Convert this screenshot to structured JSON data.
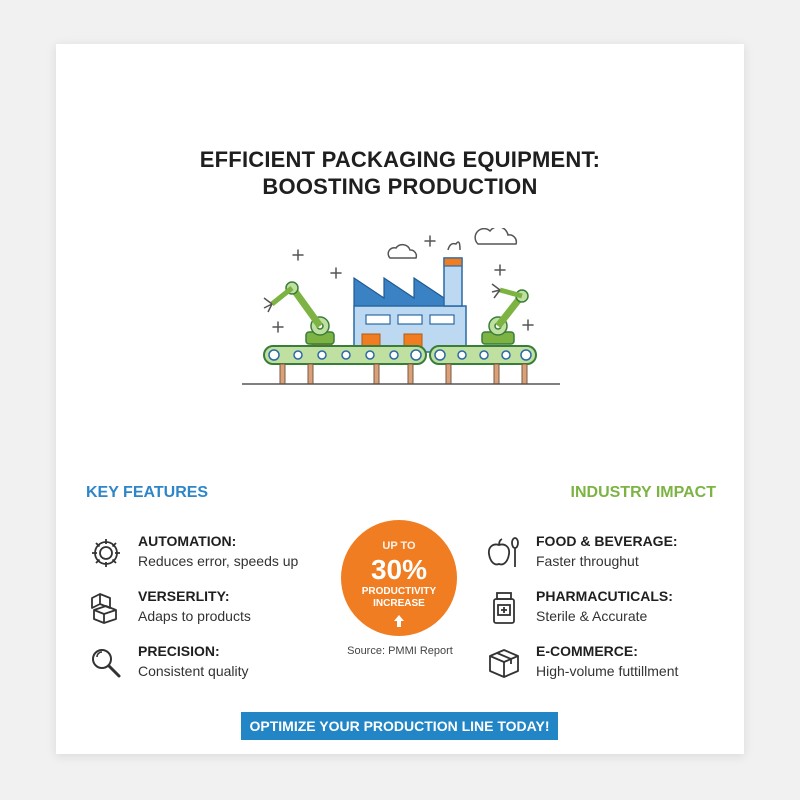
{
  "title": {
    "line1": "EFFICIENT PACKAGING EQUIPMENT:",
    "line2": "BOOSTING PRODUCTION"
  },
  "illustration": {
    "icon": "factory-conveyor-robot-arms-illustration"
  },
  "key_features": {
    "heading": "KEY FEATURES",
    "items": [
      {
        "icon": "gear-icon",
        "title": "AUTOMATION:",
        "desc": "Reduces error, speeds up"
      },
      {
        "icon": "boxes-icon",
        "title": "VERSERLITY:",
        "desc": "Adaps to products"
      },
      {
        "icon": "magnifier-icon",
        "title": "PRECISION:",
        "desc": "Consistent quality"
      }
    ]
  },
  "stat": {
    "pre": "UP TO",
    "value": "30%",
    "line1": "PRODUCTIVITY",
    "line2": "INCREASE",
    "source": "Source: PMMI Report"
  },
  "industry_impact": {
    "heading": "INDUSTRY IMPACT",
    "items": [
      {
        "icon": "apple-spoon-icon",
        "title": "FOOD & BEVERAGE:",
        "desc": "Faster throughut"
      },
      {
        "icon": "medicine-bottle-icon",
        "title": "PHARMACUTICALS:",
        "desc": "Sterile & Accurate"
      },
      {
        "icon": "package-box-icon",
        "title": "E-COMMERCE:",
        "desc": "High-volume futtillment"
      }
    ]
  },
  "cta": {
    "label": "OPTIMIZE YOUR PRODUCTION LINE TODAY!"
  },
  "colors": {
    "blue": "#2e86c8",
    "green": "#7cb342",
    "orange": "#f07d22",
    "cta_blue": "#2185c6"
  }
}
